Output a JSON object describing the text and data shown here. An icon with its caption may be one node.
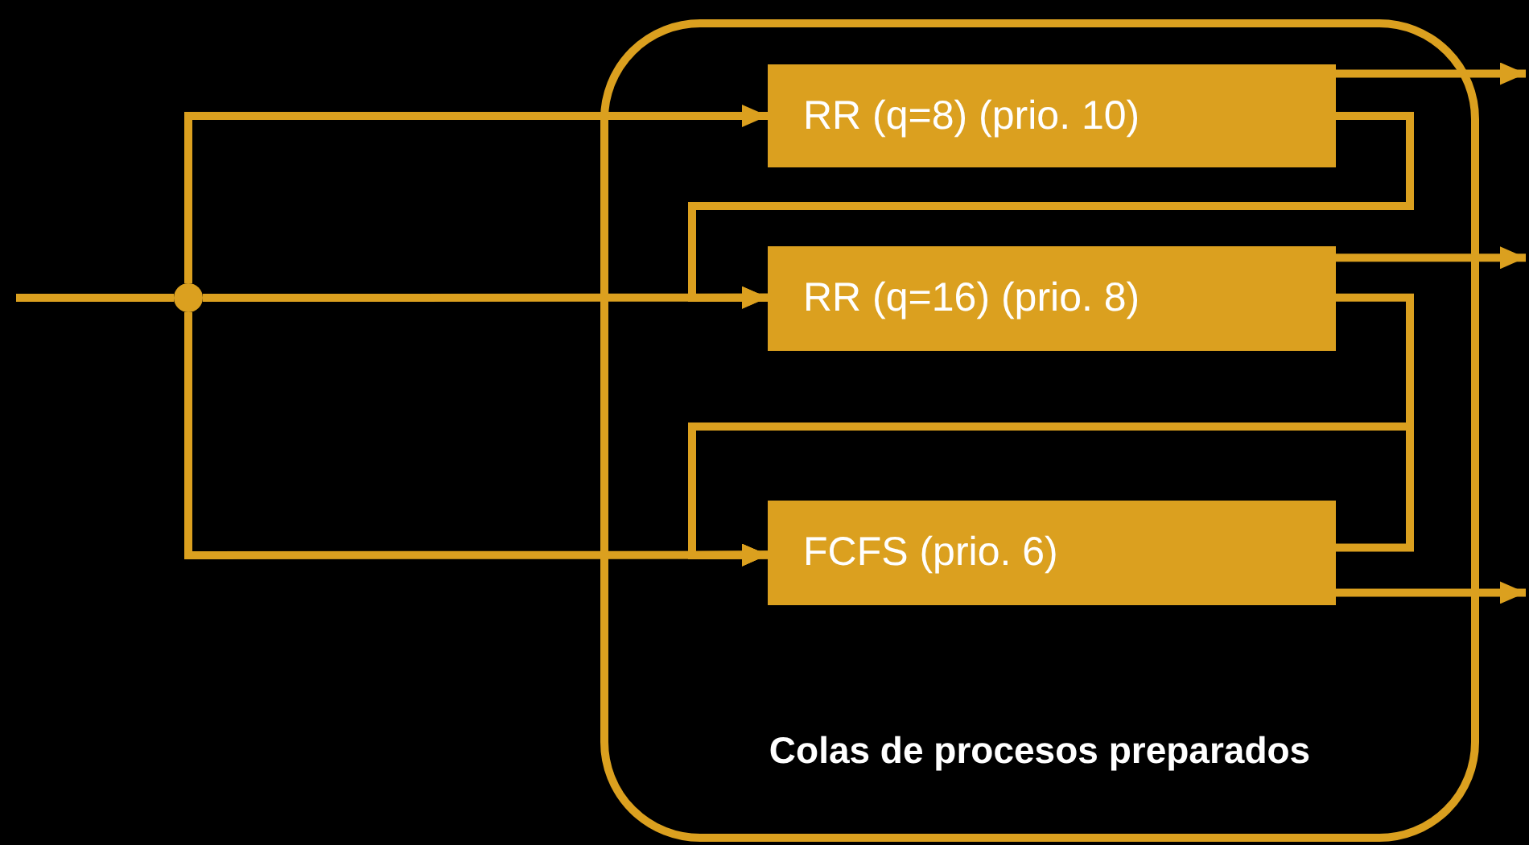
{
  "diagram": {
    "nodes": [
      {
        "text": [
          "Colas de procesos preparados"
        ]
      },
      {
        "text": [
          "RR (q=8) (prio. 10)"
        ],
        "in": 0
      },
      {
        "text": [
          "RR (q=16) (prio. 8)"
        ],
        "in": 0
      },
      {
        "text": [
          "FCFS (prio. 6)"
        ],
        "in": 0
      },
      {
        "text": [],
        "shape": "circle"
      }
    ],
    "edges": [
      {
        "from": null,
        "to": 4,
        "arrow": "none"
      },
      {
        "from": 4,
        "to": 1,
        "arrow": "to"
      },
      {
        "from": 4,
        "to": 2,
        "arrow": "to"
      },
      {
        "from": 4,
        "to": 3,
        "arrow": "to"
      },
      {
        "from": 1,
        "to": 2,
        "arrow": "to"
      },
      {
        "from": 2,
        "to": 3,
        "arrow": "to"
      },
      {
        "from": 3,
        "to": 3,
        "arrow": "to"
      },
      {
        "from": 1,
        "to": null,
        "arrow": "to"
      },
      {
        "from": 2,
        "to": null,
        "arrow": "to"
      },
      {
        "from": 3,
        "to": null,
        "arrow": "to"
      }
    ]
  }
}
